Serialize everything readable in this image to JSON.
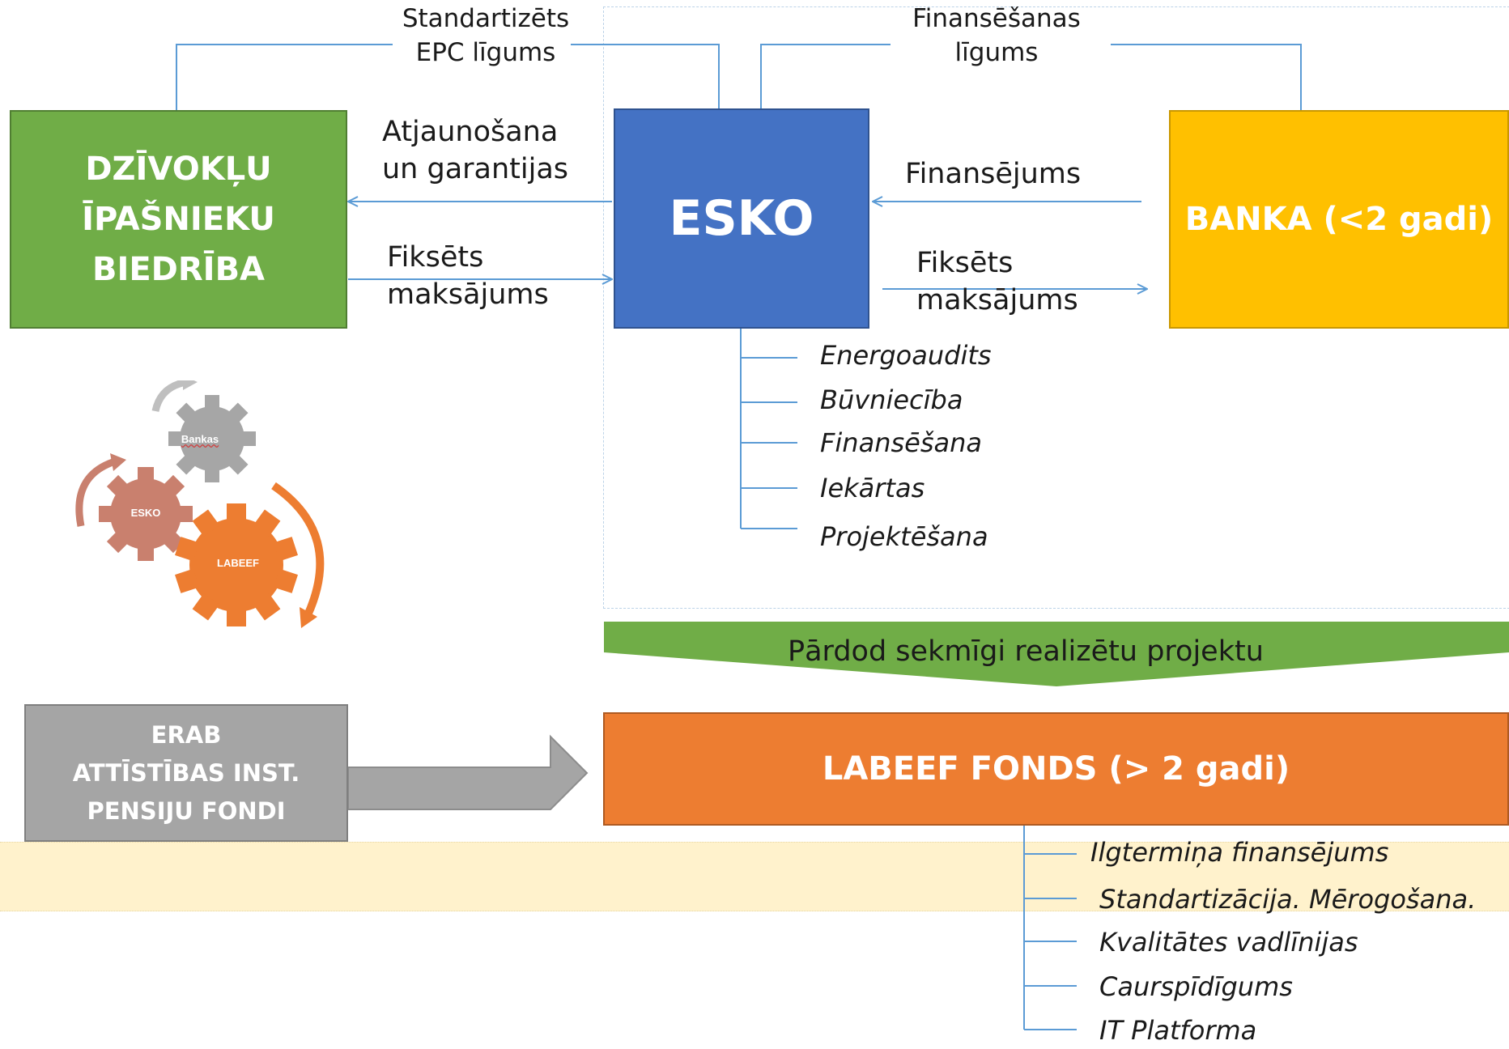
{
  "contracts": {
    "epc_line1": "Standartizēts",
    "epc_line2": "EPC līgums",
    "fin_line1": "Finansēšanas",
    "fin_line2": "līgums"
  },
  "boxes": {
    "owners": [
      "DZĪVOKĻU",
      "ĪPAŠNIEKU",
      "BIEDRĪBA"
    ],
    "esko": "ESKO",
    "bank": "BANKA (<2 gadi)",
    "erab": [
      "ERAB",
      "ATTĪSTĪBAS INST.",
      "PENSIJU FONDI"
    ],
    "labeef": "LABEEF FONDS (> 2 gadi)"
  },
  "flows": {
    "renovation_line1": "Atjaunošana",
    "renovation_line2": "un garantijas",
    "fixed_payment_left_line1": "Fiksēts",
    "fixed_payment_left_line2": "maksājums",
    "financing": "Finansējums",
    "fixed_payment_right_line1": "Fiksēts",
    "fixed_payment_right_line2": "maksājums",
    "sells_project": "Pārdod sekmīgi realizētu projektu"
  },
  "esko_services": [
    "Energoaudits",
    "Būvniecība",
    "Finansēšana",
    "Iekārtas",
    "Projektēšana"
  ],
  "labeef_features": [
    "Ilgtermiņa finansējums",
    "Standartizācija. Mērogošana.",
    "Kvalitātes vadlīnijas",
    "Caurspīdīgums",
    "IT Platforma"
  ],
  "gears": {
    "banks": "Bankas",
    "esko": "ESKO",
    "labeef": "LABEEF"
  },
  "colors": {
    "green": "#70ad47",
    "blue": "#4472c4",
    "yellow": "#ffc000",
    "orange": "#ed7d31",
    "gray": "#a5a5a5",
    "connector": "#5b9bd5",
    "gear_gray": "#a6a6a6",
    "gear_rose": "#c9806e",
    "band": "#fff2cc"
  }
}
